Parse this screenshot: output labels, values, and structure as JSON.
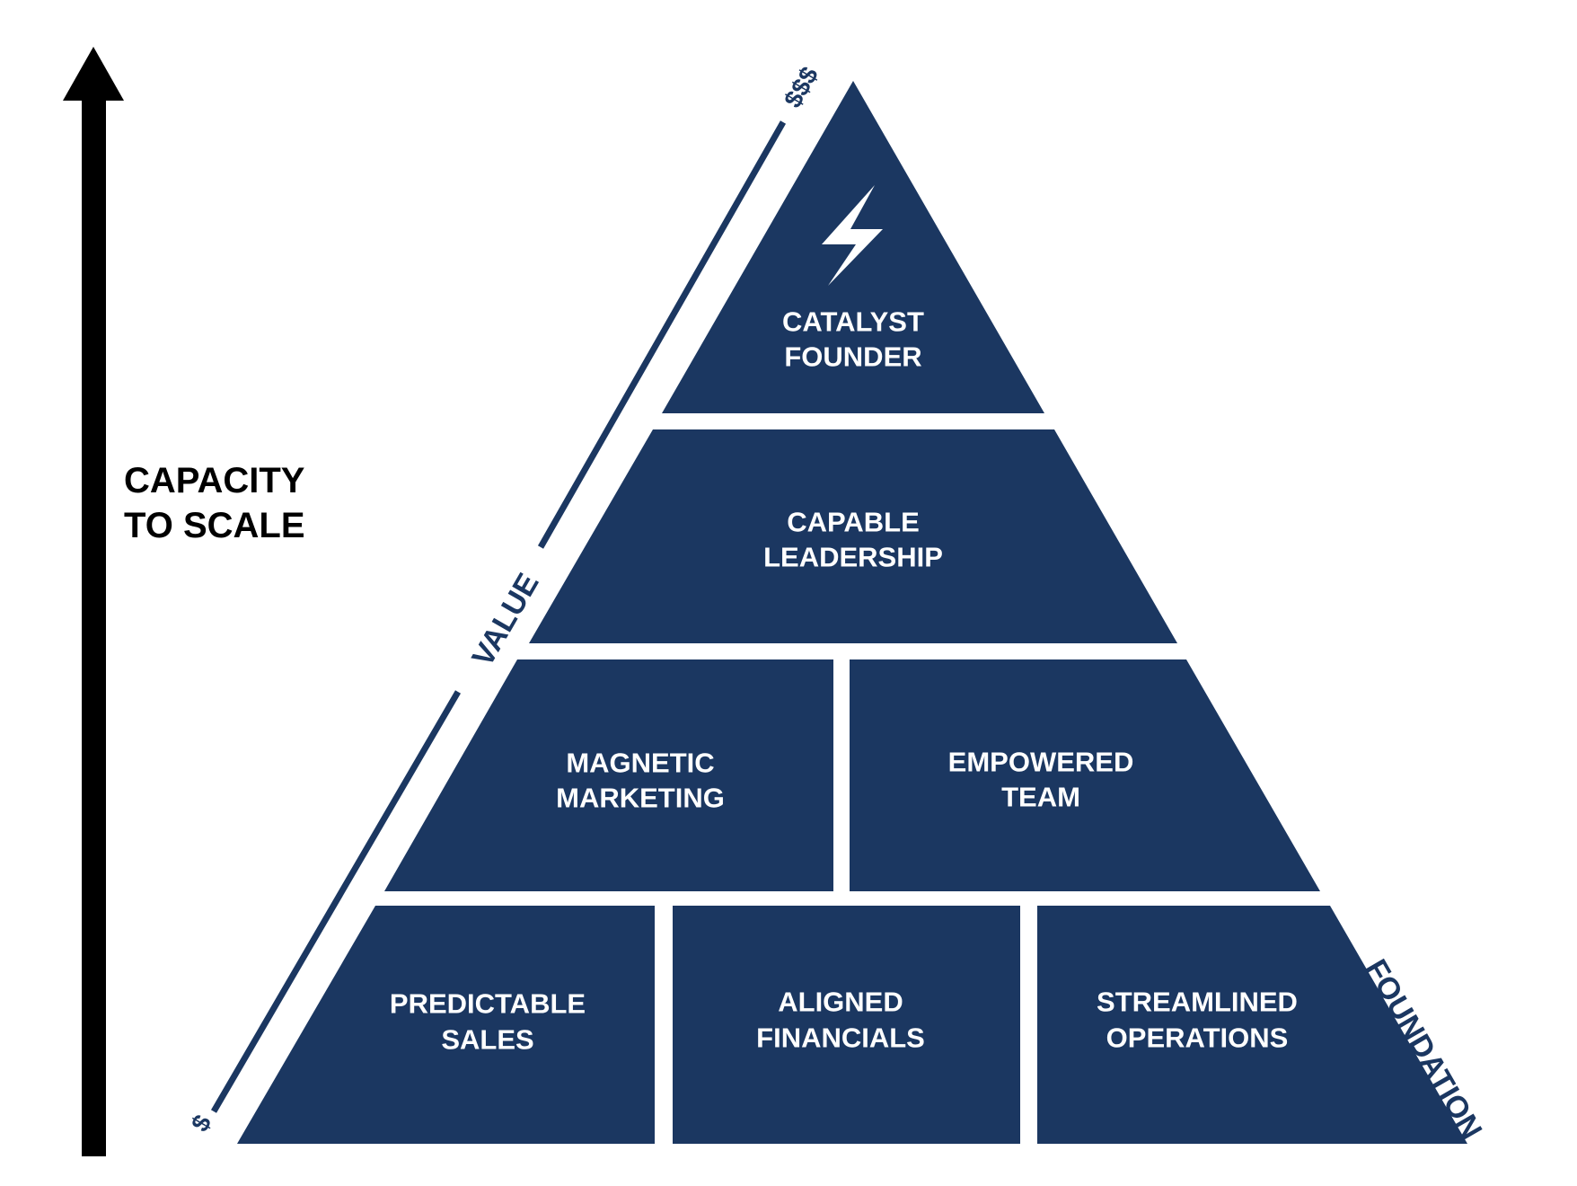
{
  "axis": {
    "line1": "CAPACITY",
    "line2": "TO SCALE"
  },
  "value_scale": {
    "label": "VALUE",
    "low": "$",
    "high": "$$$"
  },
  "foundation_label": "FOUNDATION",
  "pyramid": {
    "apex": {
      "icon": "lightning-bolt-icon",
      "line1": "CATALYST",
      "line2": "FOUNDER"
    },
    "level2": {
      "line1": "CAPABLE",
      "line2": "LEADERSHIP"
    },
    "level3": [
      {
        "line1": "MAGNETIC",
        "line2": "MARKETING"
      },
      {
        "line1": "EMPOWERED",
        "line2": "TEAM"
      }
    ],
    "level4": [
      {
        "line1": "PREDICTABLE",
        "line2": "SALES"
      },
      {
        "line1": "ALIGNED",
        "line2": "FINANCIALS"
      },
      {
        "line1": "STREAMLINED",
        "line2": "OPERATIONS"
      }
    ]
  },
  "colors": {
    "block": "#1b3761",
    "block_text": "#ffffff",
    "arrow": "#000000",
    "accent": "#1b3761"
  }
}
